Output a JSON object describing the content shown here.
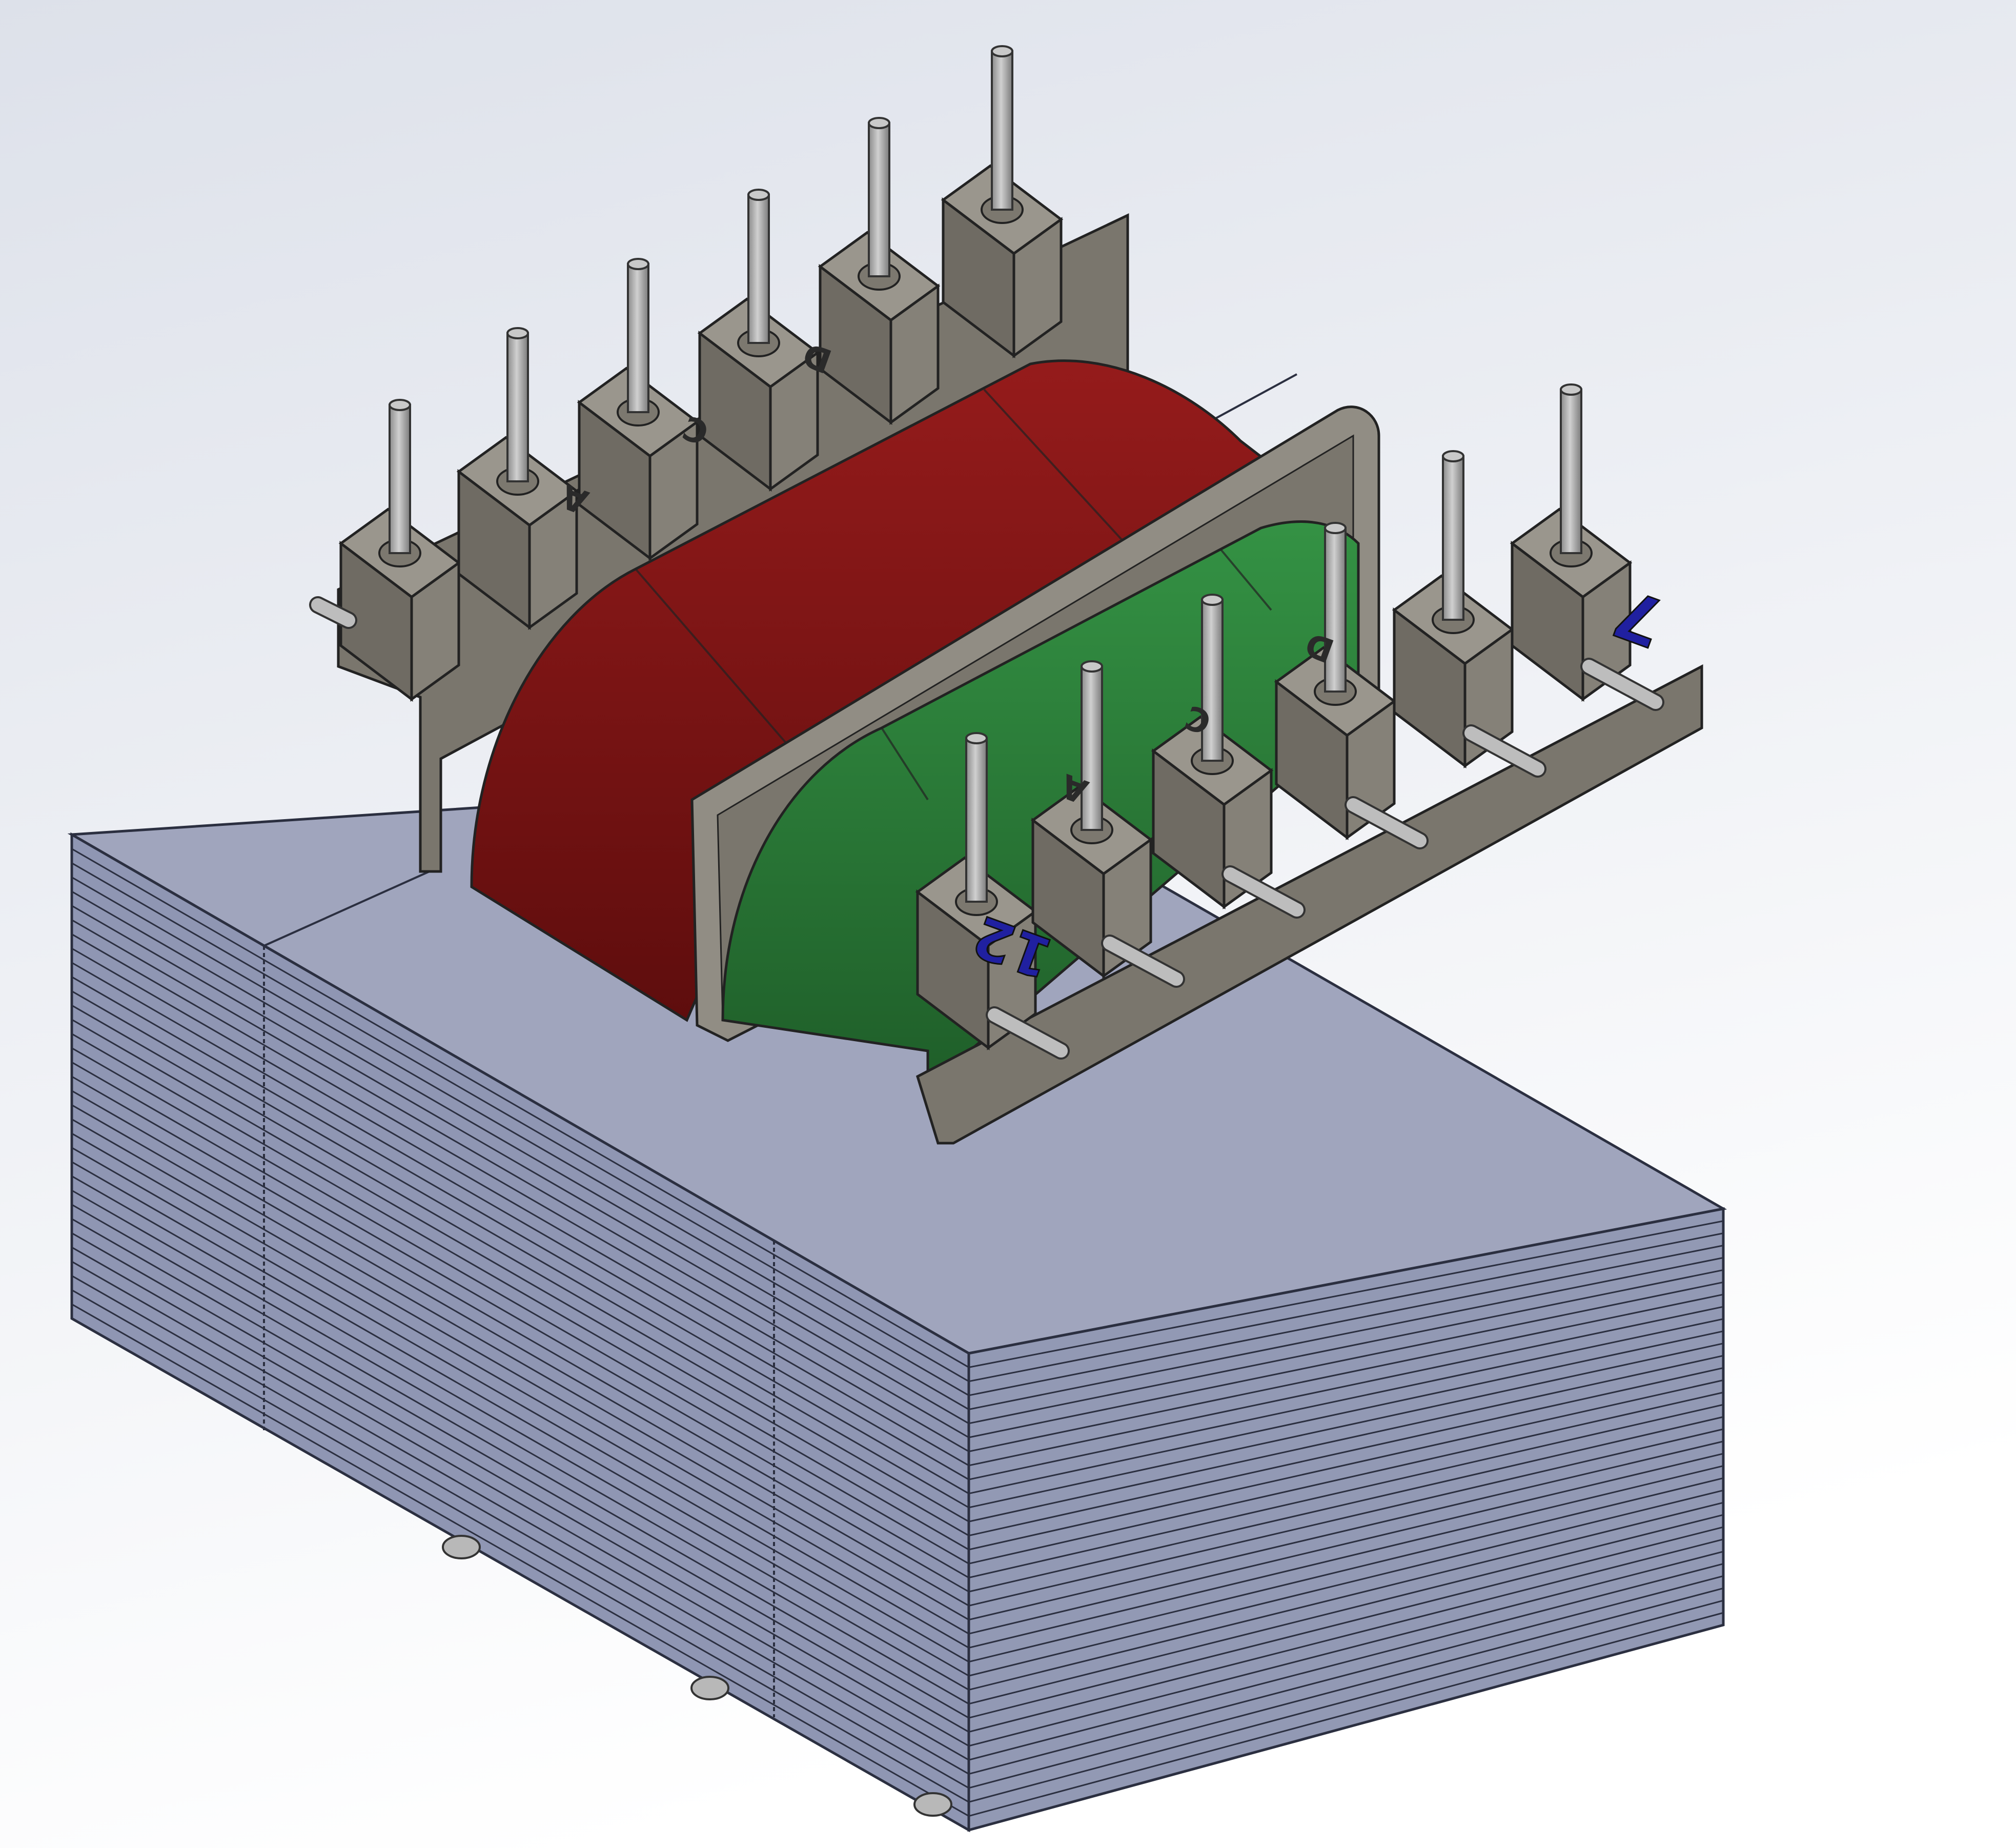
{
  "colors": {
    "background_top": "#dfe3eb",
    "background_bottom": "#ffffff",
    "core_top": "#a0a5bd",
    "core_front": "#8f96b3",
    "core_side": "#9299b4",
    "lamination_line": "#2b2f40",
    "winding_primary": "#8b1a1a",
    "winding_secondary": "#2f8a3e",
    "bobbin": "#7a766d",
    "bobbin_light": "#938f86",
    "pin": "#a9a9a9",
    "pin_label": "#2020a0",
    "bobbin_mark": "#2a2a2a"
  },
  "marks": {
    "back_row": [
      "A",
      "C",
      "D"
    ],
    "front_row": [
      "A",
      "C",
      "D"
    ]
  },
  "pin_numbers": {
    "front_left": "12",
    "front_right": "7"
  }
}
